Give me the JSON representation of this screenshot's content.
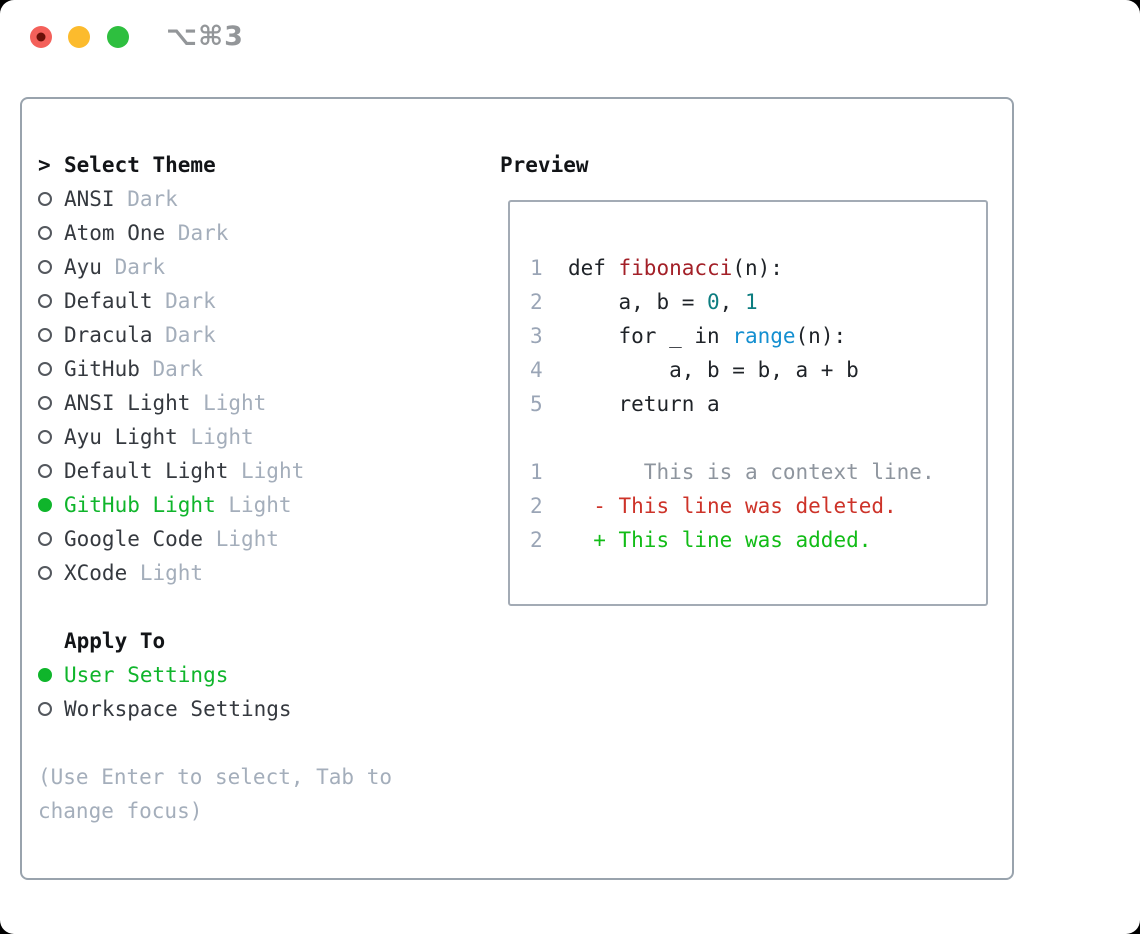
{
  "titlebar": {
    "shortcut": "⌥⌘3",
    "traffic_lights": [
      {
        "name": "close",
        "color": "#f4605a",
        "dot": "#6b1008"
      },
      {
        "name": "minimize",
        "color": "#fcbb2d",
        "dot": ""
      },
      {
        "name": "zoom",
        "color": "#2ebf3f",
        "dot": ""
      }
    ]
  },
  "theme_panel": {
    "header_marker": ">",
    "header_label": "Select Theme",
    "themes": [
      {
        "name": "ANSI",
        "tag": "Dark",
        "selected": false
      },
      {
        "name": "Atom One",
        "tag": "Dark",
        "selected": false
      },
      {
        "name": "Ayu",
        "tag": "Dark",
        "selected": false
      },
      {
        "name": "Default",
        "tag": "Dark",
        "selected": false
      },
      {
        "name": "Dracula",
        "tag": "Dark",
        "selected": false
      },
      {
        "name": "GitHub",
        "tag": "Dark",
        "selected": false
      },
      {
        "name": "ANSI Light",
        "tag": "Light",
        "selected": false
      },
      {
        "name": "Ayu Light",
        "tag": "Light",
        "selected": false
      },
      {
        "name": "Default Light",
        "tag": "Light",
        "selected": false
      },
      {
        "name": "GitHub Light",
        "tag": "Light",
        "selected": true
      },
      {
        "name": "Google Code",
        "tag": "Light",
        "selected": false
      },
      {
        "name": "XCode",
        "tag": "Light",
        "selected": false
      }
    ],
    "apply_to_label": "Apply To",
    "apply_to_options": [
      {
        "name": "User Settings",
        "selected": true
      },
      {
        "name": "Workspace Settings",
        "selected": false
      }
    ],
    "help_line1": "(Use Enter to select, Tab to",
    "help_line2": "change focus)"
  },
  "preview": {
    "label": "Preview",
    "lines": [
      {
        "kind": "code",
        "segments": [
          {
            "t": "1  ",
            "c": "lnum"
          },
          {
            "t": "def ",
            "c": "plain"
          },
          {
            "t": "fibonacci",
            "c": "func"
          },
          {
            "t": "(n):",
            "c": "plain"
          }
        ]
      },
      {
        "kind": "code",
        "segments": [
          {
            "t": "2  ",
            "c": "lnum"
          },
          {
            "t": "    a, b = ",
            "c": "plain"
          },
          {
            "t": "0",
            "c": "num"
          },
          {
            "t": ", ",
            "c": "plain"
          },
          {
            "t": "1",
            "c": "num"
          }
        ]
      },
      {
        "kind": "code",
        "segments": [
          {
            "t": "3  ",
            "c": "lnum"
          },
          {
            "t": "    for _ in ",
            "c": "plain"
          },
          {
            "t": "range",
            "c": "builtin"
          },
          {
            "t": "(n):",
            "c": "plain"
          }
        ]
      },
      {
        "kind": "code",
        "segments": [
          {
            "t": "4  ",
            "c": "lnum"
          },
          {
            "t": "        a, b = b, a + b",
            "c": "plain"
          }
        ]
      },
      {
        "kind": "code",
        "segments": [
          {
            "t": "5  ",
            "c": "lnum"
          },
          {
            "t": "    return a",
            "c": "plain"
          }
        ]
      },
      {
        "kind": "blank",
        "segments": []
      },
      {
        "kind": "diff-context",
        "segments": [
          {
            "t": "1  ",
            "c": "lnum"
          },
          {
            "t": "      This is a context line.",
            "c": "ctx"
          }
        ]
      },
      {
        "kind": "diff-deleted",
        "segments": [
          {
            "t": "2  ",
            "c": "lnum"
          },
          {
            "t": "  - This line was deleted.",
            "c": "del"
          }
        ]
      },
      {
        "kind": "diff-added",
        "segments": [
          {
            "t": "2  ",
            "c": "lnum"
          },
          {
            "t": "  + This line was added.",
            "c": "add"
          }
        ]
      }
    ]
  },
  "colors": {
    "selection_green": "#0fb52b",
    "added_green": "#12bc17",
    "deleted_red": "#cd3329",
    "function_red": "#a32028",
    "number_teal": "#0d7d80",
    "builtin_blue": "#148fd0",
    "muted_gray": "#a4aebb",
    "line_number_gray": "#9aa5b6",
    "context_gray": "#8e959e",
    "panel_border": "#99a3ad",
    "text_dark": "#1f2328"
  }
}
